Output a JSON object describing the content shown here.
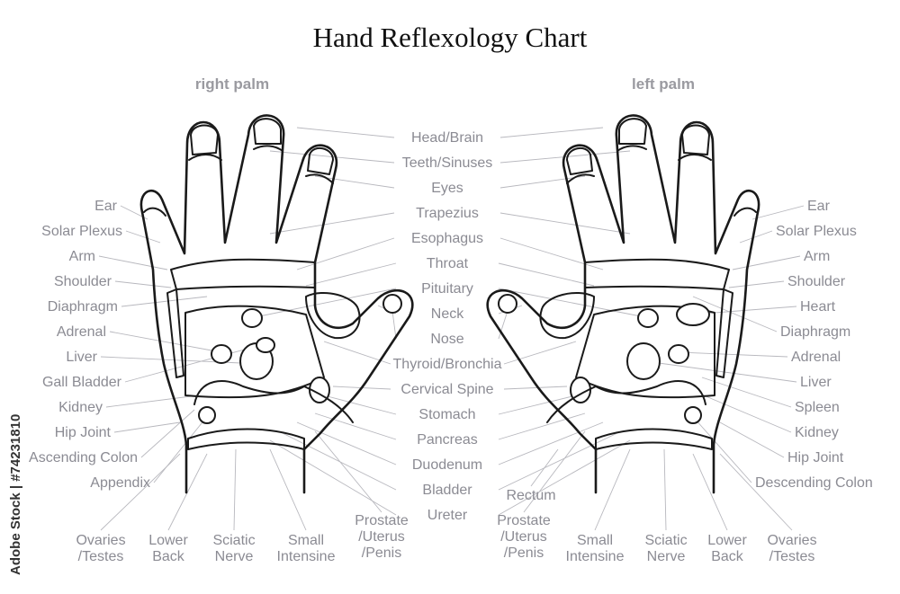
{
  "title": "Hand Reflexology Chart",
  "right_palm": {
    "heading": "right palm"
  },
  "left_palm": {
    "heading": "left palm"
  },
  "center_labels": [
    "Head/Brain",
    "Teeth/Sinuses",
    "Eyes",
    "Trapezius",
    "Esophagus",
    "Throat",
    "Pituitary",
    "Neck",
    "Nose",
    "Thyroid/Bronchia",
    "Cervical Spine",
    "Stomach",
    "Pancreas",
    "Duodenum",
    "Bladder",
    "Ureter"
  ],
  "right_side_labels": [
    "Ear",
    "Solar Plexus",
    "Arm",
    "Shoulder",
    "Diaphragm",
    "Adrenal",
    "Liver",
    "Gall Bladder",
    "Kidney",
    "Hip Joint",
    "Ascending Colon",
    "Appendix"
  ],
  "left_side_labels": [
    "Ear",
    "Solar Plexus",
    "Arm",
    "Shoulder",
    "Heart",
    "Diaphragm",
    "Adrenal",
    "Liver",
    "Spleen",
    "Kidney",
    "Hip Joint",
    "Descending Colon"
  ],
  "rectum_label": "Rectum",
  "right_bottom_labels": [
    [
      "Ovaries",
      "/Testes"
    ],
    [
      "Lower",
      "Back"
    ],
    [
      "Sciatic",
      "Nerve"
    ],
    [
      "Small",
      "Intensine"
    ],
    [
      "Prostate",
      "/Uterus",
      "/Penis"
    ]
  ],
  "left_bottom_labels": [
    [
      "Prostate",
      "/Uterus",
      "/Penis"
    ],
    [
      "Small",
      "Intensine"
    ],
    [
      "Sciatic",
      "Nerve"
    ],
    [
      "Lower",
      "Back"
    ],
    [
      "Ovaries",
      "/Testes"
    ]
  ],
  "side_watermark": "Adobe Stock | #74231810"
}
